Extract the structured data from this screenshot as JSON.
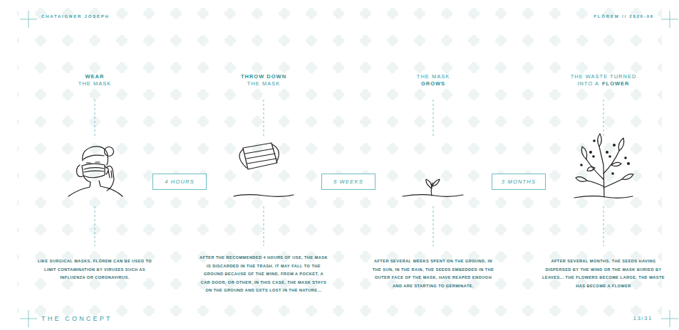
{
  "diagram": {
    "title": "THE CONCEPT",
    "nodes": [
      {
        "text": [
          "4 HOURS"
        ]
      },
      {
        "text": [
          "6 WEEKS"
        ]
      },
      {
        "text": [
          "3 MONTHS"
        ]
      }
    ],
    "labels": [
      "CHATAIGNER JOSEPH",
      "FLŌREM // 2020-06",
      "WEAR",
      "THE MASK",
      "THROW DOWN",
      "THE MASK",
      "THE MASK",
      "GROWS",
      "THE WASTE TURNED",
      "INTO A",
      "FLOWER",
      "LIKE SURGICAL MASKS, FLŌREM CAN BE USED TO LIMIT CONTAMINATION BY VIRUSES SUCH AS INFLUENZA OR CORONAVIRUS.",
      "AFTER THE RECOMMENDED 4 HOURS OF USE, THE MASK IS DISCARDED IN THE TRASH. IT MAY FALL TO THE GROUND BECAUSE OF THE WIND, FROM A POCKET, A CAR DOOR, OR OTHER. IN THIS CASE, THE MASK STAYS ON THE GROUND AND GETS LOST IN THE NATURE...",
      "AFTER SEVERAL WEEKS SPENT ON THE GROUND, IN THE SUN, IN THE RAIN, THE SEEDS EMBEDDED IN THE OUTER FACE OF THE MASK, HAVE REAPED ENOUGH AND ARE STARTING TO GERMINATE.",
      "AFTER SEVERAL MONTHS, THE SEEDS HAVING DISPERSED BY THE WIND OR THE MASK BURIED BY LEAVES... THE FLOWERS BECOME LARGE. THE WASTE HAS BECOME A FLOWER",
      "13/31"
    ]
  }
}
